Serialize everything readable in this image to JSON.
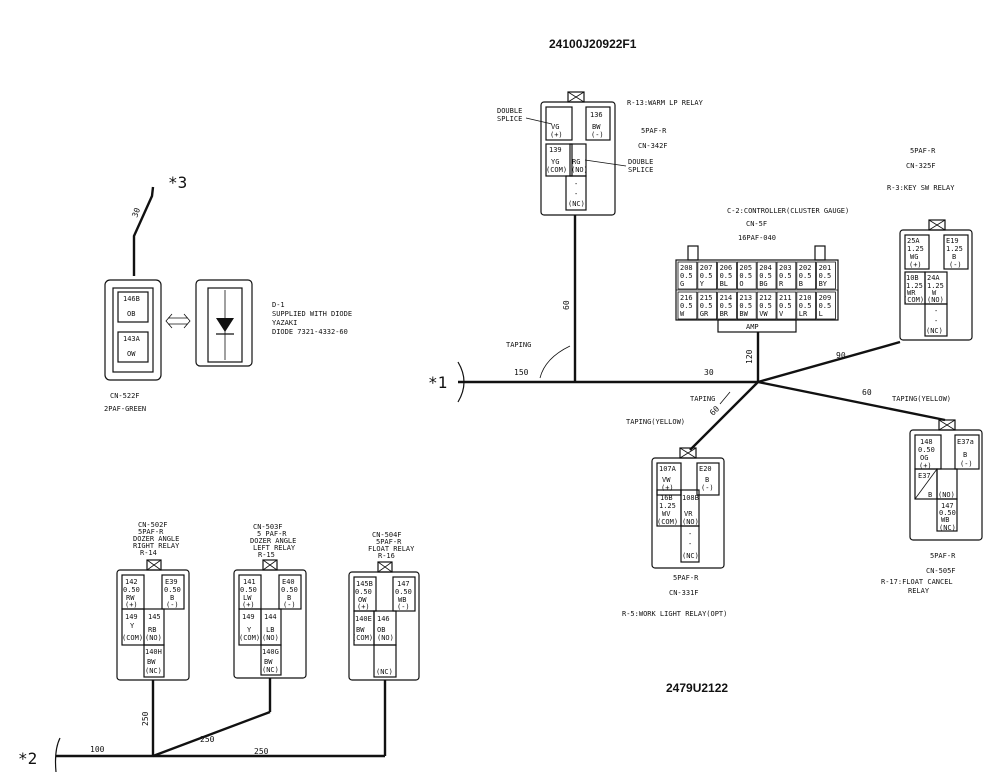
{
  "header": {
    "part_number": "24100J20922F1",
    "drawing_number": "2479U2122"
  },
  "markers": {
    "m1": "*1",
    "m2": "*2",
    "m3": "*3"
  },
  "wire_lengths": {
    "w30_top": "30",
    "w60_vert": "60",
    "w150": "150",
    "w30_mid": "30",
    "w120": "120",
    "w90": "90",
    "w60_right": "60",
    "w60_diag": "60",
    "w250_left": "250",
    "w250_mid": "250",
    "w250_bottom": "250",
    "w100": "100"
  },
  "tapings": {
    "t1": "TAPING",
    "t2": "TAPING",
    "t3": "TAPING(YELLOW)",
    "t4": "TAPING(YELLOW)"
  },
  "cn522": {
    "name": "CN-522F",
    "desc": "2PAF-GREEN",
    "pin1_no": "146B",
    "pin1_col": "OB",
    "pin2_no": "143A",
    "pin2_col": "OW"
  },
  "diode": {
    "l1": "D-1",
    "l2": "SUPPLIED WITH DIODE",
    "l3": "YAZAKI",
    "l4": "DIODE 7321-4332-60"
  },
  "r13": {
    "title": "R-13:WARM LP RELAY",
    "type": "5PAF-R",
    "cn": "CN-342F",
    "splice1a": "DOUBLE",
    "splice1b": "SPLICE",
    "splice2a": "DOUBLE",
    "splice2b": "SPLICE",
    "p1": "VG",
    "p1s": "(+)",
    "p2no": "136",
    "p2": "BW",
    "p2s": "(-)",
    "p3no": "139",
    "p3": "YG",
    "p3s": "(COM)",
    "p4": "RG",
    "p4s": "(NO)",
    "p5": "-",
    "p5b": "-",
    "p5s": "(NC)"
  },
  "c2": {
    "title": "C-2:CONTROLLER(CLUSTER GAUGE)",
    "cn": "CN-5F",
    "type": "16PAF-040",
    "amp": "AMP",
    "top_no": [
      "208",
      "207",
      "206",
      "205",
      "204",
      "203",
      "202",
      "201"
    ],
    "top_sz": [
      "0.5",
      "0.5",
      "0.5",
      "0.5",
      "0.5",
      "0.5",
      "0.5",
      "0.5"
    ],
    "top_col": [
      "G",
      "Y",
      "BL",
      "O",
      "BG",
      "R",
      "B",
      "BY"
    ],
    "bot_no": [
      "216",
      "215",
      "214",
      "213",
      "212",
      "211",
      "210",
      "209"
    ],
    "bot_sz": [
      "0.5",
      "0.5",
      "0.5",
      "0.5",
      "0.5",
      "0.5",
      "0.5",
      "0.5"
    ],
    "bot_col": [
      "W",
      "GR",
      "BR",
      "BW",
      "VW",
      "V",
      "LR",
      "L"
    ]
  },
  "r3": {
    "type": "5PAF-R",
    "cn": "CN-325F",
    "title": "R-3:KEY SW RELAY",
    "p1no": "25A",
    "p1sz": "1.25",
    "p1": "WG",
    "p1s": "(+)",
    "p2no": "E19",
    "p2sz": "1.25",
    "p2": "B",
    "p2s": "(-)",
    "p3no": "10B",
    "p3sz": "1.25",
    "p3": "WR",
    "p3s": "(COM)",
    "p4no": "24A",
    "p4sz": "1.25",
    "p4": "W",
    "p4s": "(NO)",
    "p5": "-",
    "p5b": "-",
    "p5s": "(NC)"
  },
  "r5": {
    "type": "5PAF-R",
    "cn": "CN-331F",
    "title": "R-5:WORK LIGHT RELAY(OPT)",
    "p1no": "107A",
    "p1": "VW",
    "p1s": "(+)",
    "p2no": "E20",
    "p2": "B",
    "p2s": "(-)",
    "p3no": "16B",
    "p3sz": "1.25",
    "p3": "WV",
    "p3s": "(COM)",
    "p4no": "108B",
    "p4": "VR",
    "p4s": "(NO)",
    "p5": "-",
    "p5b": "-",
    "p5s": "(NC)"
  },
  "r17": {
    "type": "5PAF-R",
    "cn": "CN-505F",
    "title1": "R-17:FLOAT CANCEL",
    "title2": "RELAY",
    "p1no": "148",
    "p1sz": "0.50",
    "p1": "OG",
    "p1s": "(+)",
    "p2no": "E37a",
    "p2": "B",
    "p2s": "(-)",
    "p3no": "E37",
    "p3": "B",
    "p4s": "(NO)",
    "p5no": "147",
    "p5sz": "0.50",
    "p5": "WB",
    "p5s": "(NC)"
  },
  "r14": {
    "l1": "CN-502F",
    "l2": "5PAF-R",
    "l3": "DOZER ANGLE",
    "l4": "RIGHT RELAY",
    "l5": "R-14",
    "p1no": "142",
    "p1sz": "0.50",
    "p1": "RW",
    "p1s": "(+)",
    "p2no": "E39",
    "p2sz": "0.50",
    "p2": "B",
    "p2s": "(-)",
    "p3no": "149",
    "p3": "Y",
    "p3s": "(COM)",
    "p4no": "145",
    "p4": "RB",
    "p4s": "(NO)",
    "p5no": "140H",
    "p5": "BW",
    "p5s": "(NC)"
  },
  "r15": {
    "l1": "CN-503F",
    "l2": "5 PAF-R",
    "l3": "DOZER ANGLE",
    "l4": "LEFT RELAY",
    "l5": "R-15",
    "p1no": "141",
    "p1sz": "0.50",
    "p1": "LW",
    "p1s": "(+)",
    "p2no": "E40",
    "p2sz": "0.50",
    "p2": "B",
    "p2s": "(-)",
    "p3no": "149",
    "p3": "Y",
    "p3s": "(COM)",
    "p4no": "144",
    "p4": "LB",
    "p4s": "(NO)",
    "p5no": "140G",
    "p5": "BW",
    "p5s": "(NC)"
  },
  "r16": {
    "l1": "CN-504F",
    "l2": "5PAF-R",
    "l3": "FLOAT RELAY",
    "l4": "R-16",
    "p1no": "145B",
    "p1sz": "0.50",
    "p1": "OW",
    "p1s": "(+)",
    "p2no": "147",
    "p2sz": "0.50",
    "p2": "WB",
    "p2s": "(-)",
    "p3no": "140E",
    "p3": "BW",
    "p3s": "(COM)",
    "p4no": "146",
    "p4": "OB",
    "p4s": "(NO)",
    "p5s": "(NC)"
  }
}
